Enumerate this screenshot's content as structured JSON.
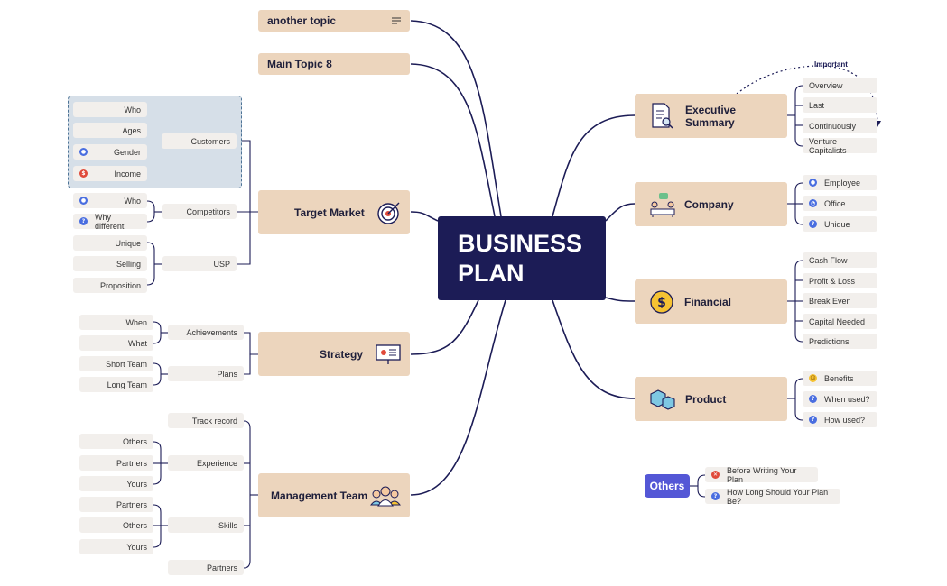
{
  "central": {
    "line1": "BUSINESS",
    "line2": "PLAN"
  },
  "topics": {
    "another_topic": "another topic",
    "main_topic_8": "Main Topic 8",
    "target_market": "Target Market",
    "strategy": "Strategy",
    "management_team": "Management Team",
    "executive_summary": "Executive Summary",
    "company": "Company",
    "financial": "Financial",
    "product": "Product"
  },
  "target_market": {
    "customers": "Customers",
    "customers_children": [
      "Who",
      "Ages",
      "Gender",
      "Income"
    ],
    "competitors": "Competitors",
    "competitors_children": [
      "Who",
      "Why different"
    ],
    "usp": "USP",
    "usp_children": [
      "Unique",
      "Selling",
      "Proposition"
    ]
  },
  "strategy": {
    "achievements": "Achievements",
    "achievements_children": [
      "When",
      "What"
    ],
    "plans": "Plans",
    "plans_children": [
      "Short Team",
      "Long Team"
    ]
  },
  "management_team": {
    "track_record": "Track record",
    "experience": "Experience",
    "experience_children": [
      "Others",
      "Partners",
      "Yours"
    ],
    "skills": "Skills",
    "skills_children": [
      "Partners",
      "Others",
      "Yours"
    ],
    "partners": "Partners"
  },
  "executive_summary": {
    "children": [
      "Overview",
      "Last",
      "Continuously",
      "Venture Capitalists"
    ],
    "relationship_label": "Important"
  },
  "company": {
    "children": [
      "Employee",
      "Office",
      "Unique"
    ]
  },
  "financial": {
    "children": [
      "Cash Flow",
      "Profit & Loss",
      "Break Even",
      "Capital Needed",
      "Predictions"
    ]
  },
  "product": {
    "children": [
      "Benefits",
      "When used?",
      "How used?"
    ]
  },
  "others": {
    "label": "Others",
    "children": [
      "Before Writing Your Plan",
      "How Long Should Your Plan Be?"
    ]
  },
  "colors": {
    "central": "#1c1c56",
    "main_topic": "#ecd5bd",
    "subtopic": "#f2efec",
    "connector": "#1c1c56",
    "boundary": "#d6dfe8",
    "others": "#5457d6"
  }
}
